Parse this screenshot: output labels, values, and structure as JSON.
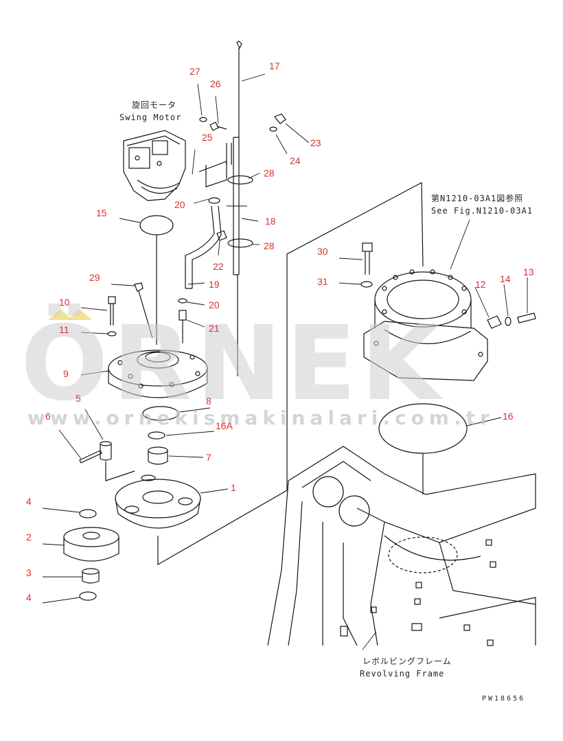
{
  "notes": {
    "swing_motor_jp": "旋回モータ",
    "swing_motor_en": "Swing Motor",
    "see_fig_jp": "第N1210-03A1図参照",
    "see_fig_en": "See Fig.N1210-03A1",
    "frame_jp": "レボルビングフレーム",
    "frame_en": "Revolving Frame"
  },
  "part_labels": [
    "1",
    "2",
    "3",
    "4",
    "4",
    "5",
    "6",
    "7",
    "8",
    "9",
    "10",
    "11",
    "12",
    "13",
    "14",
    "15",
    "16",
    "16A",
    "17",
    "18",
    "19",
    "20",
    "20",
    "21",
    "22",
    "23",
    "24",
    "25",
    "26",
    "27",
    "28",
    "28",
    "29",
    "30",
    "31"
  ],
  "drawing_code": "PW18656",
  "watermark": {
    "brand": "ÖRNEK",
    "url": "www.ornekismakinalari.com.tr"
  },
  "colors": {
    "callout": "#d83030",
    "line": "#111111",
    "watermark": "#cfcfd2"
  }
}
